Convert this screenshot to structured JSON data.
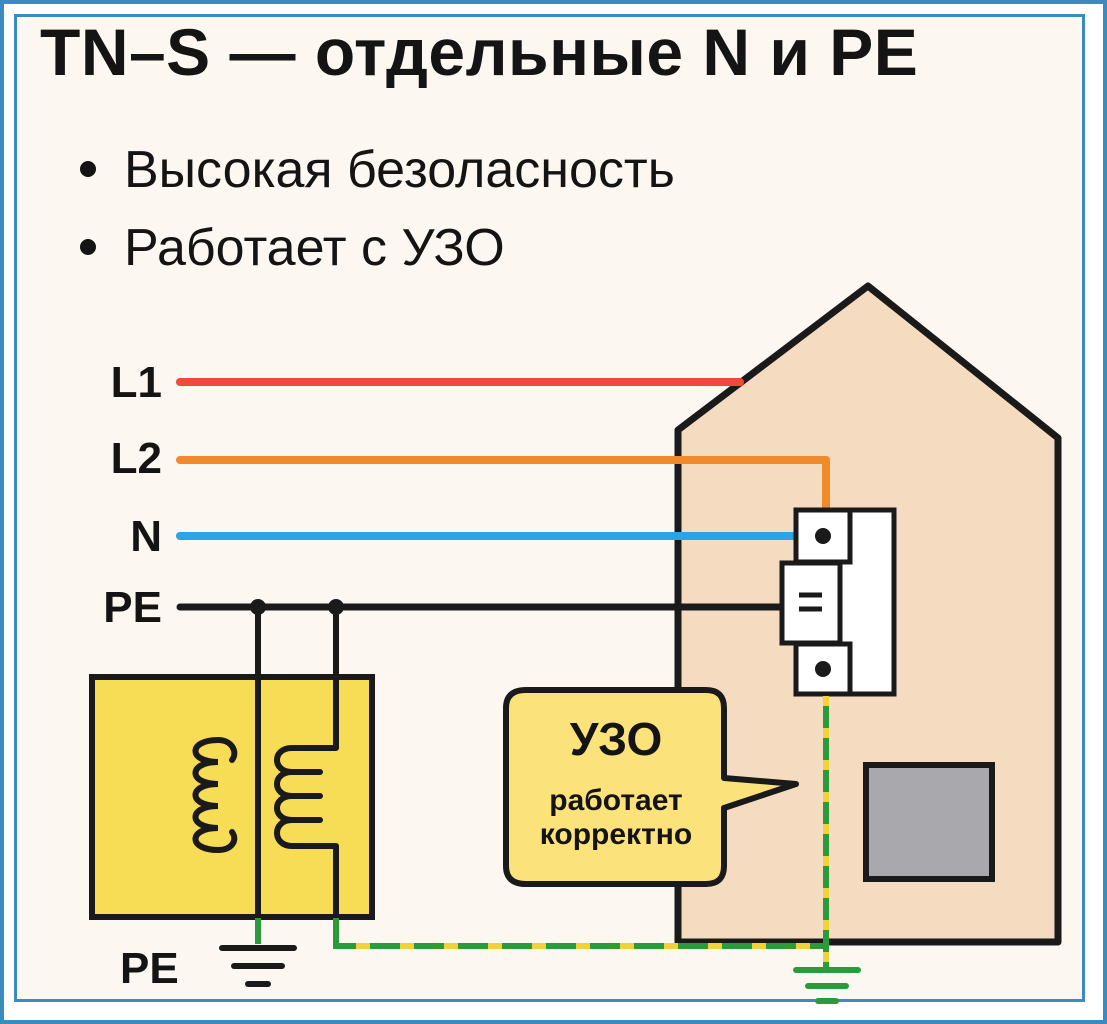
{
  "title": "TN–S — отдельные N и PE",
  "bullets": [
    "Высокая безоласность",
    "Работает с УЗО"
  ],
  "wires": [
    {
      "label": "L1",
      "color": "#f04a3a"
    },
    {
      "label": "L2",
      "color": "#f08a2a"
    },
    {
      "label": "N",
      "color": "#2aa4e6"
    },
    {
      "label": "PE",
      "color": "#1a1a1a"
    }
  ],
  "ground_label": "PE",
  "callout": {
    "heading": "УЗО",
    "line1": "работает",
    "line2": "корректно"
  },
  "colors": {
    "house_fill": "#f5dcc0",
    "transformer_fill": "#f7dc55",
    "callout_fill": "#fbe27a",
    "ground_green": "#2a9a3a",
    "ground_yellow": "#f2d23a",
    "meter_fill": "#a9a9ad",
    "frame": "#3a8bbf"
  },
  "icons": [
    "transformer-coil-icon",
    "ground-symbol-icon",
    "rcd-device-icon"
  ]
}
